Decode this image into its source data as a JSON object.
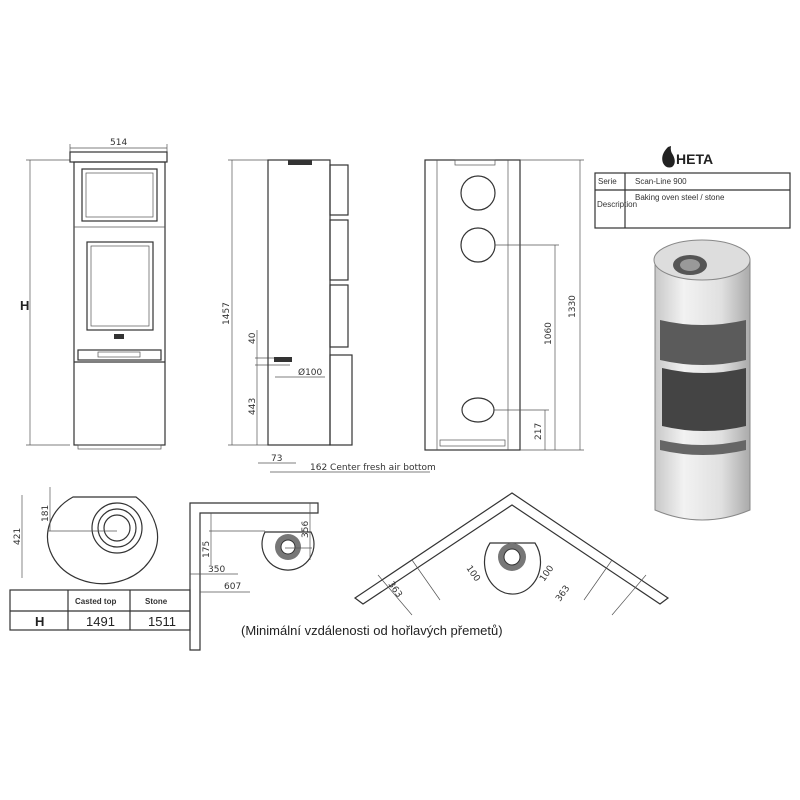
{
  "brand": {
    "logo_text": "HETA"
  },
  "info_table": {
    "rows": [
      {
        "label": "Serie",
        "value": "Scan-Line 900"
      },
      {
        "label": "Description",
        "value": "Baking oven steel / stone"
      }
    ]
  },
  "front_view": {
    "width_dim": "514",
    "height_label": "H"
  },
  "side_view": {
    "height_dim": "1457",
    "dim_40": "40",
    "dim_443": "443",
    "diameter": "Ø100",
    "dim_73": "73",
    "fresh_air": "162 Center fresh air bottom"
  },
  "back_view": {
    "dim_1330": "1330",
    "dim_1060": "1060",
    "dim_217": "217"
  },
  "top_view": {
    "dim_421": "421",
    "dim_181": "181"
  },
  "height_table": {
    "headers": [
      "",
      "Casted top",
      "Stone"
    ],
    "row": {
      "label": "H",
      "casted_top": "1491",
      "stone": "1511"
    }
  },
  "wall_clearance": {
    "dim_175": "175",
    "dim_350": "350",
    "dim_607": "607",
    "dim_356": "356"
  },
  "corner_clearance": {
    "dim_100_left": "100",
    "dim_100_right": "100",
    "dim_363_left": "363",
    "dim_363_right": "363"
  },
  "caption": "(Minimální vzdálenosti od hořlavých přemetů)"
}
